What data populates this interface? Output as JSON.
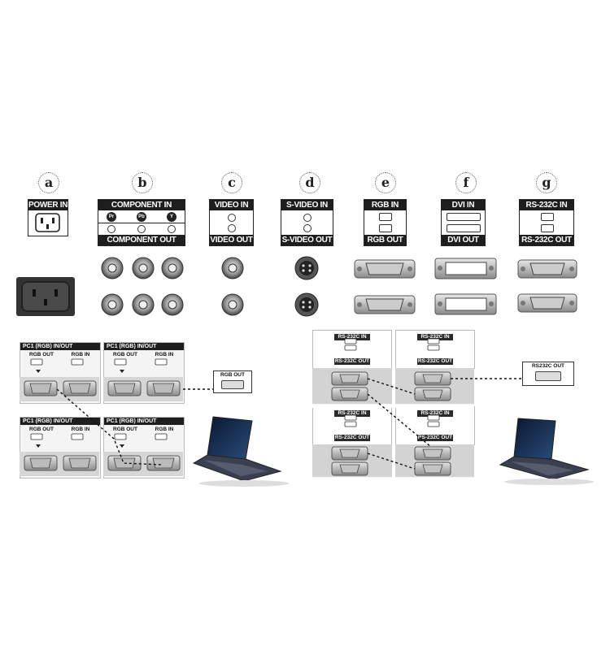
{
  "letters": [
    "a",
    "b",
    "c",
    "d",
    "e",
    "f",
    "g"
  ],
  "labels": {
    "a": {
      "head": "POWER IN"
    },
    "b": {
      "head": "COMPONENT IN",
      "foot": "COMPONENT OUT",
      "channels": [
        "Pr",
        "Pb",
        "Y"
      ]
    },
    "c": {
      "head": "VIDEO IN",
      "foot": "VIDEO OUT"
    },
    "d": {
      "head": "S-VIDEO IN",
      "foot": "S-VIDEO OUT"
    },
    "e": {
      "head": "RGB IN",
      "foot": "RGB OUT"
    },
    "f": {
      "head": "DVI IN",
      "foot": "DVI OUT"
    },
    "g": {
      "head": "RS-232C IN",
      "foot": "RS-232C OUT"
    }
  },
  "rgb_panels": {
    "title": "PC1 (RGB) IN/OUT",
    "out_label": "RGB OUT",
    "in_label": "RGB IN"
  },
  "rgb_laptop_label": "RGB OUT",
  "rs_panels": {
    "in_label": "RS-232C IN",
    "out_label": "RS-232C OUT"
  },
  "rs_laptop_label": "RS232C OUT",
  "colors": {
    "dark": "#1e1e1e",
    "panel": "#f2f2f2",
    "connector": "#a9a9a9"
  }
}
